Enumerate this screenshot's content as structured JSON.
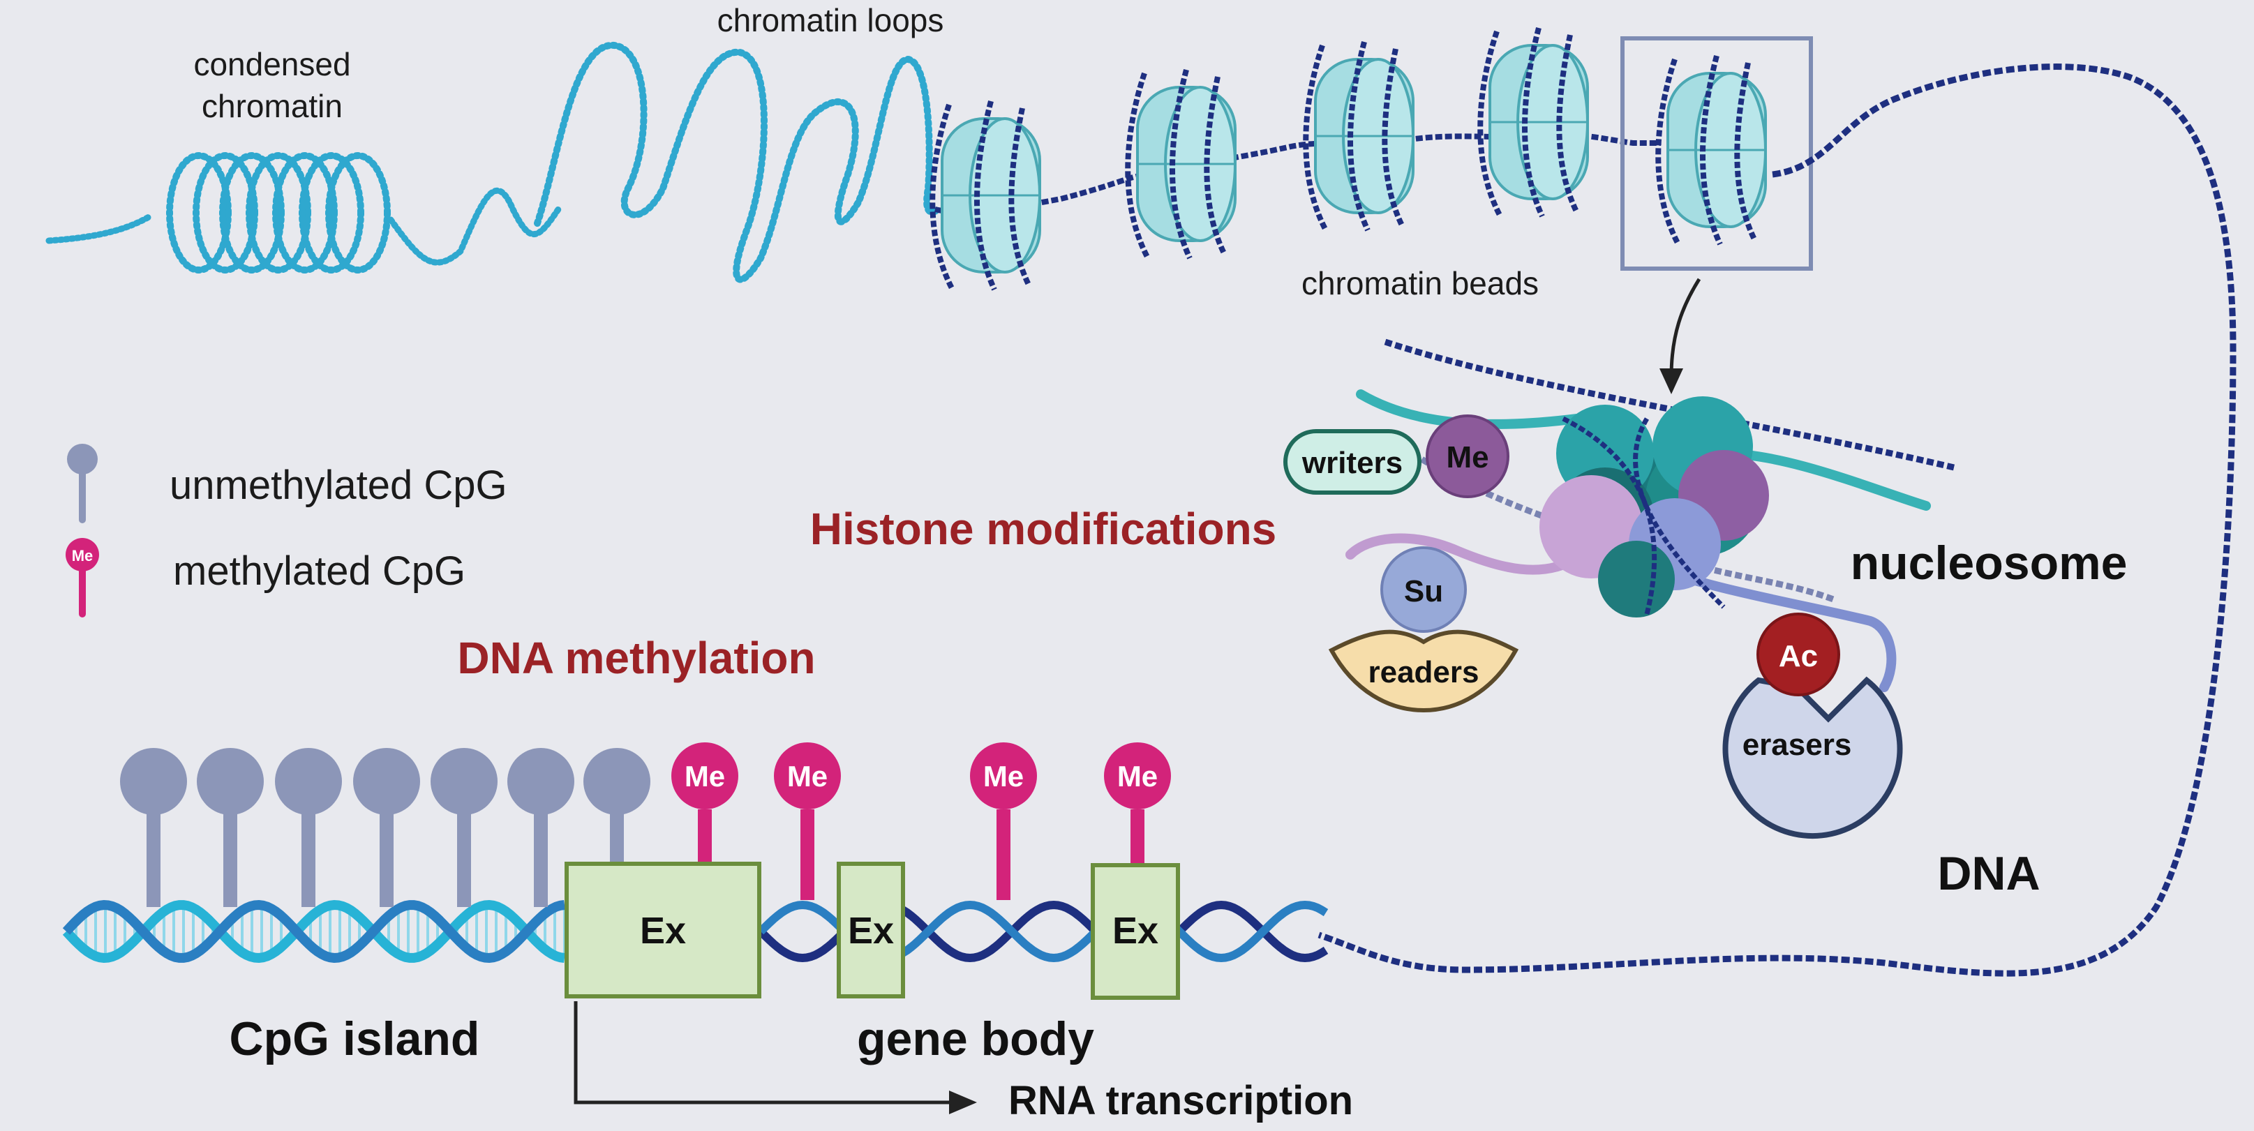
{
  "labels": {
    "condensed_chromatin_1": "condensed",
    "condensed_chromatin_2": "chromatin",
    "chromatin_loops": "chromatin loops",
    "chromatin_beads": "chromatin beads",
    "nucleosome": "nucleosome",
    "dna": "DNA",
    "histone_modifications": "Histone modifications",
    "dna_methylation": "DNA methylation",
    "cpg_island": "CpG island",
    "gene_body": "gene body",
    "rna_transcription": "RNA transcription"
  },
  "legend": {
    "unmethylated": "unmethylated CpG",
    "methylated": "methylated CpG",
    "me_icon": "Me"
  },
  "enzymes": {
    "writers": "writers",
    "readers": "readers",
    "erasers": "erasers"
  },
  "marks": {
    "methyl": "Me",
    "sumo": "Su",
    "acetyl": "Ac"
  },
  "exons": [
    "Ex",
    "Ex",
    "Ex"
  ],
  "methyl_pins": [
    "Me",
    "Me",
    "Me",
    "Me"
  ],
  "colors": {
    "background": "#e8e9ee",
    "condensed": "#2fa8cf",
    "dna_dark": "#1e2f80",
    "dna_cyan": "#27b3d6",
    "dna_mid": "#2a7fc2",
    "histone": "#a6dde2",
    "unmethylated_pin": "#8c96b8",
    "methylated_pin": "#d3237a",
    "exon_fill": "#d6e8c6",
    "exon_border": "#6b8e3d",
    "title_red": "#9b2226",
    "writers_fill": "#cfeee6",
    "me_purple": "#8c5a9a",
    "su_blue": "#97a9d8",
    "readers_fill": "#f6ddaa",
    "ac_red": "#a31f22",
    "erasers_fill": "#cfd6ea"
  }
}
